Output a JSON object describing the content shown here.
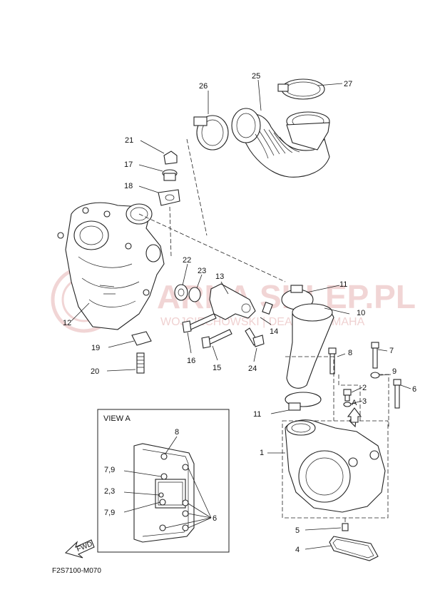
{
  "view_label": "VIEW A",
  "arrow_label": "A",
  "fwd_label": "FWD",
  "diagram_code": "F2S7100-M070",
  "watermark": {
    "main": "ARNA SKLEP.PL",
    "sub": "WOJCIECHOWSKI | DEALER YAMAHA"
  },
  "callouts": {
    "c1": "1",
    "c2": "2",
    "c3": "3",
    "c4": "4",
    "c5": "5",
    "c6": "6",
    "c7": "7",
    "c8": "8",
    "c9": "9",
    "c10": "10",
    "c11a": "11",
    "c11b": "11",
    "c12": "12",
    "c13": "13",
    "c14": "14",
    "c15": "15",
    "c16": "16",
    "c17": "17",
    "c18": "18",
    "c19": "19",
    "c20": "20",
    "c21": "21",
    "c22": "22",
    "c23": "23",
    "c24": "24",
    "c25": "25",
    "c26": "26",
    "c27": "27"
  },
  "view_a_callouts": {
    "v8": "8",
    "v79a": "7,9",
    "v23": "2,3",
    "v79b": "7,9",
    "v6": "6"
  }
}
